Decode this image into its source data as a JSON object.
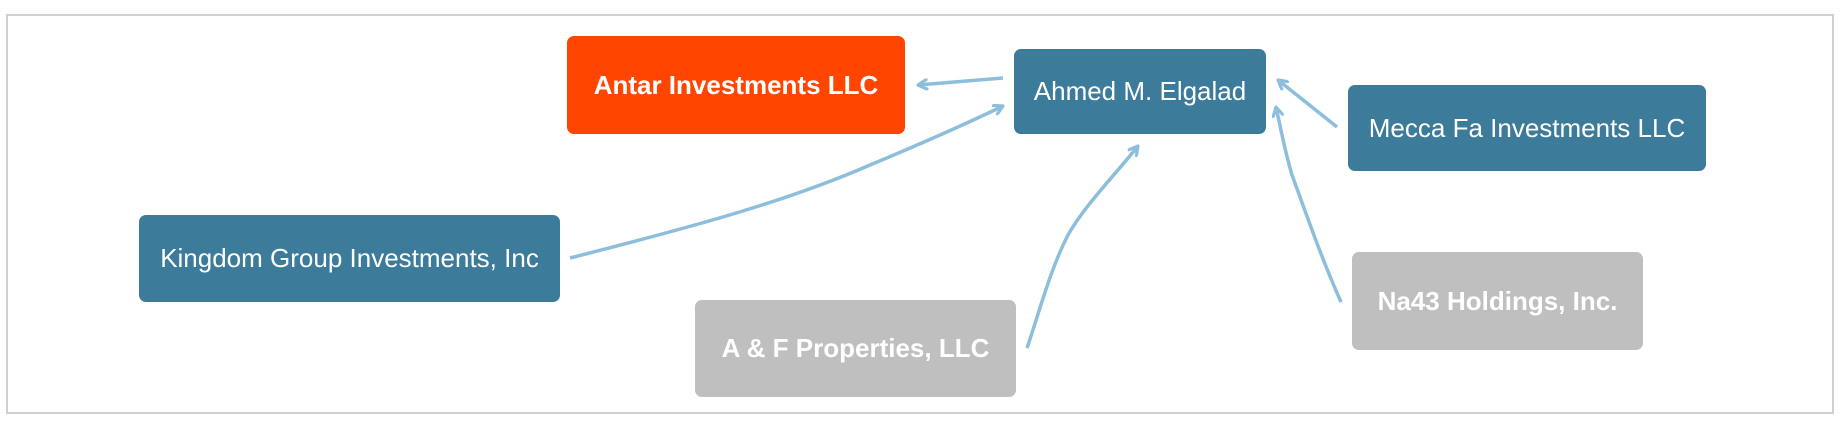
{
  "colors": {
    "highlight": "#ff4500",
    "primary": "#3d7b9a",
    "inactive": "#bfbfbf",
    "edge": "#8dbedb"
  },
  "nodes": {
    "antar": {
      "label": "Antar Investments LLC",
      "status": "highlight"
    },
    "ahmed": {
      "label": "Ahmed M. Elgalad",
      "status": "primary"
    },
    "mecca": {
      "label": "Mecca Fa Investments LLC",
      "status": "primary"
    },
    "kingdom": {
      "label": "Kingdom Group Investments, Inc",
      "status": "primary"
    },
    "af": {
      "label": "A & F Properties, LLC",
      "status": "inactive"
    },
    "na43": {
      "label": "Na43 Holdings, Inc.",
      "status": "inactive"
    }
  },
  "edges": [
    {
      "from": "ahmed",
      "to": "antar"
    },
    {
      "from": "kingdom",
      "to": "ahmed"
    },
    {
      "from": "af",
      "to": "ahmed"
    },
    {
      "from": "mecca",
      "to": "ahmed"
    },
    {
      "from": "na43",
      "to": "ahmed"
    }
  ]
}
